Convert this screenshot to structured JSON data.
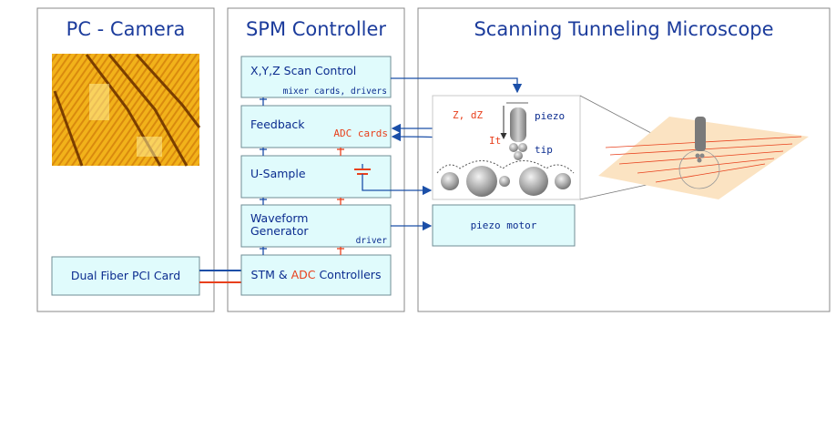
{
  "panels": {
    "pc_title": "PC - Camera",
    "spm_title": "SPM Controller",
    "stm_title": "Scanning Tunneling Microscope"
  },
  "pc": {
    "dual_fiber_label": "Dual Fiber PCI Card"
  },
  "spm": {
    "scan_control": "X,Y,Z Scan Control",
    "scan_sub": "mixer cards, drivers",
    "feedback": "Feedback",
    "adc_cards": "ADC cards",
    "u_sample": "U-Sample",
    "waveform_line1": "Waveform",
    "waveform_line2": "Generator",
    "driver": "driver",
    "stm_ctrl_a": "STM & ",
    "stm_ctrl_adc": "ADC",
    "stm_ctrl_b": " Controllers"
  },
  "stm": {
    "z_dz": "Z, dZ",
    "piezo": "piezo",
    "it": "It",
    "tip": "tip",
    "piezo_motor": "piezo motor"
  },
  "colors": {
    "box_fill": "#e0fbfc",
    "title_blue": "#1c3c9c",
    "signal_blue": "#1b4fa8",
    "signal_red": "#e8401c",
    "scan_image_gold": "#f2b21a"
  }
}
